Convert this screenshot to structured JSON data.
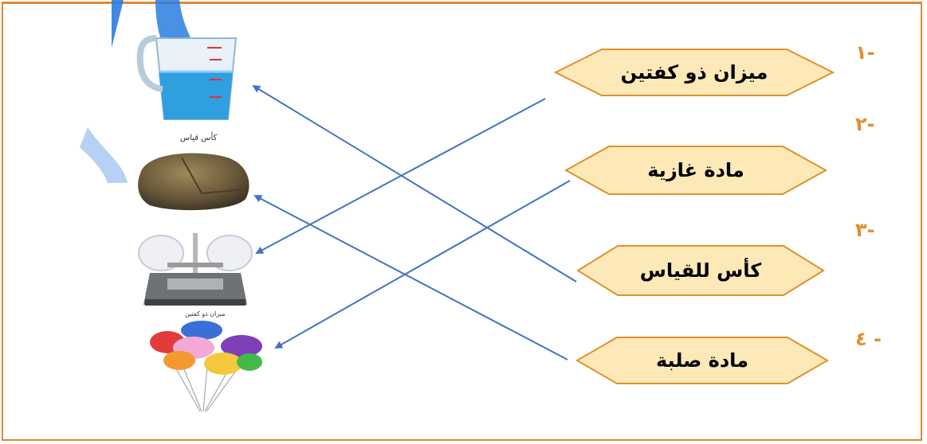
{
  "items": [
    {
      "number": "١-",
      "label": "ميزان ذو كفتين"
    },
    {
      "number": "٢-",
      "label": "مادة غازية"
    },
    {
      "number": "٣-",
      "label": "كأس للقياس"
    },
    {
      "number": "٤ -",
      "label": "مادة صلبة"
    }
  ],
  "pictures": [
    {
      "name": "measuring-cup",
      "caption": "كأس قياس"
    },
    {
      "name": "rock",
      "caption": ""
    },
    {
      "name": "balance-scale",
      "caption": "ميزان ذو كفتين"
    },
    {
      "name": "balloons",
      "caption": ""
    }
  ],
  "colors": {
    "frame": "#e3882f",
    "hex_fill": "#fde9b8",
    "hex_stroke": "#e0902f",
    "number": "#e0902f",
    "line": "#4472c4",
    "watermark": "#2a7de1"
  }
}
